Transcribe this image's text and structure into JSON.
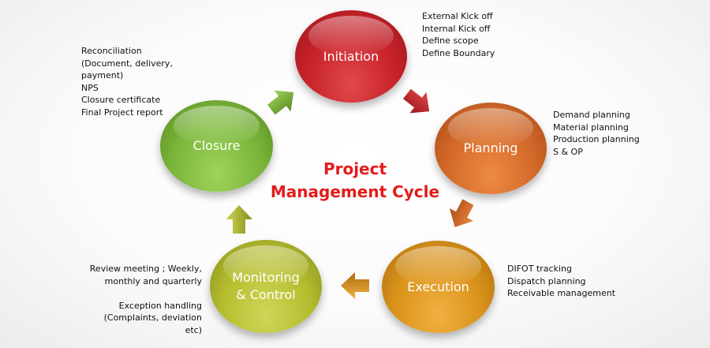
{
  "title": {
    "line1": "Project",
    "line2": "Management Cycle"
  },
  "stages": {
    "initiation": {
      "label": "Initiation"
    },
    "planning": {
      "label": "Planning"
    },
    "execution": {
      "label": "Execution"
    },
    "monitoring": {
      "line1": "Monitoring",
      "line2": "& Control"
    },
    "closure": {
      "label": "Closure"
    }
  },
  "notes": {
    "initiation": [
      "External Kick off",
      "Internal Kick off",
      "Define scope",
      "Define Boundary"
    ],
    "planning": [
      "Demand planning",
      "Material planning",
      "Production planning",
      "S & OP"
    ],
    "execution": [
      "DIFOT tracking",
      "Dispatch planning",
      "Receivable management"
    ],
    "monitoring": [
      "Review meeting ; Weekly,",
      "monthly and quarterly",
      "",
      "Exception handling",
      "(Complaints, deviation",
      "etc)"
    ],
    "closure": [
      "Reconciliation",
      "(Document, delivery,",
      "payment)",
      "NPS",
      "Closure certificate",
      "Final Project report"
    ]
  },
  "colors": {
    "initiation": "#c8232a",
    "planning": "#d4692a",
    "execution": "#da931b",
    "monitoring": "#b5bd2f",
    "closure": "#7bb63a",
    "title": "#e41b1b"
  },
  "arrow_icons": [
    "red-arrow-icon",
    "orange-arrow-icon",
    "amber-arrow-icon",
    "olive-arrow-icon",
    "green-arrow-icon"
  ]
}
